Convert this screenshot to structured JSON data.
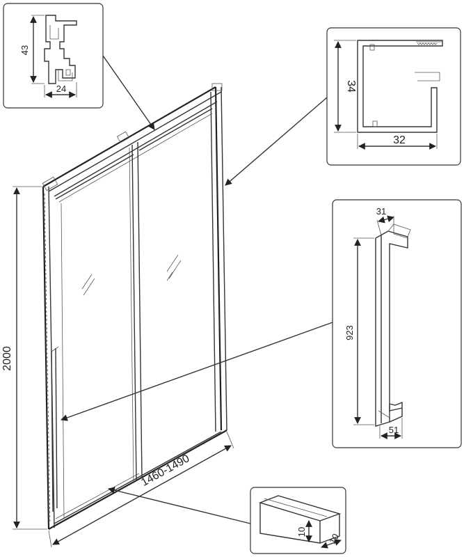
{
  "dimensions": {
    "overall_height": "2000",
    "overall_width": "1460-1490",
    "top_profile_height": "43",
    "top_profile_width": "24",
    "side_profile_height": "34",
    "side_profile_width": "32",
    "handle_length": "923",
    "handle_top_width": "31",
    "handle_bottom_width": "51",
    "bottom_block_height": "10",
    "bottom_block_width": "10"
  }
}
